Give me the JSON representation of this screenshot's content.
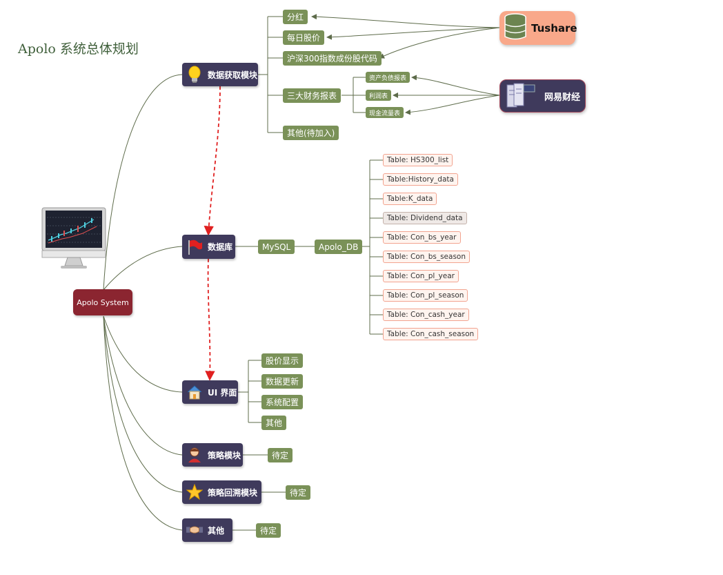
{
  "title": "Apolo 系统总体规划",
  "root": {
    "label": "Apolo System"
  },
  "modules": {
    "data_fetch": {
      "label": "数据获取模块",
      "icon": "lightbulb-icon"
    },
    "database": {
      "label": "数据库",
      "icon": "red-flag-icon"
    },
    "ui": {
      "label": "UI 界面",
      "icon": "house-icon"
    },
    "strategy": {
      "label": "策略模块",
      "icon": "person-icon"
    },
    "backtest": {
      "label": "策略回溯模块",
      "icon": "star-icon"
    },
    "other": {
      "label": "其他",
      "icon": "handshake-icon"
    }
  },
  "data_fetch_items": [
    "分红",
    "每日股价",
    "沪深300指数成份股代码",
    "三大财务报表",
    "其他(待加入)"
  ],
  "financial_reports": [
    "资产负债报表",
    "利润表",
    "现金流量表"
  ],
  "sources": {
    "tushare": "Tushare",
    "netease": "网易财经"
  },
  "db_chain": {
    "engine": "MySQL",
    "db": "Apolo_DB"
  },
  "tables": [
    "Table: HS300_list",
    "Table:History_data",
    "Table:K_data",
    "Table: Dividend_data",
    "Table: Con_bs_year",
    "Table: Con_bs_season",
    "Table: Con_pl_year",
    "Table: Con_pl_season",
    "Table: Con_cash_year",
    "Table: Con_cash_season"
  ],
  "ui_items": [
    "股价显示",
    "数据更新",
    "系统配置",
    "其他"
  ],
  "pending": {
    "strategy": "待定",
    "backtest": "待定",
    "other": "待定"
  },
  "colors": {
    "module": "#3f3a5c",
    "leaf": "#7a9158",
    "root": "#8b2530",
    "tushare": "#f9a88a",
    "table_border": "#f2a38f",
    "dashed_arrow": "#e02020",
    "line": "#5d6b4a"
  }
}
